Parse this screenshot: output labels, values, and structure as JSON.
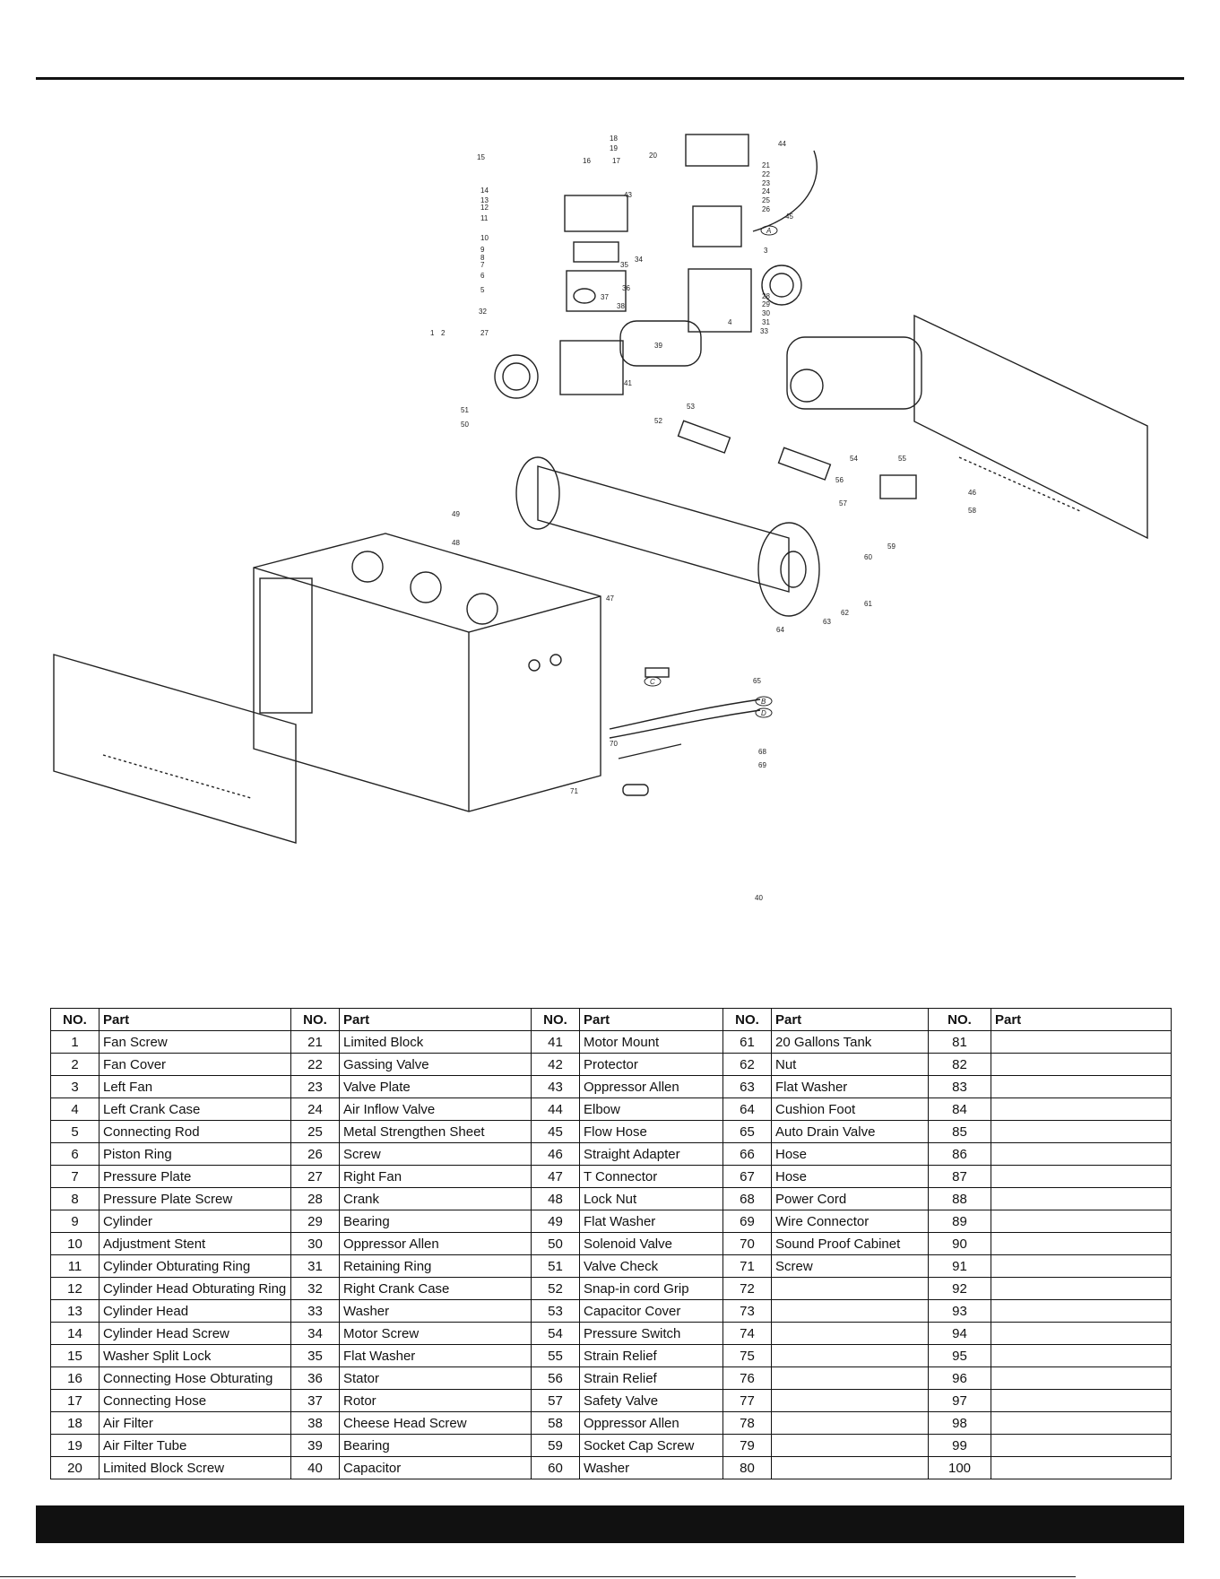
{
  "table": {
    "headers": [
      {
        "no": "NO.",
        "part": "Part"
      },
      {
        "no": "NO.",
        "part": "Part"
      },
      {
        "no": "NO.",
        "part": "Part"
      },
      {
        "no": "NO.",
        "part": "Part"
      },
      {
        "no": "NO.",
        "part": "Part"
      }
    ],
    "columns": [
      [
        {
          "no": "1",
          "part": "Fan Screw"
        },
        {
          "no": "2",
          "part": "Fan Cover"
        },
        {
          "no": "3",
          "part": "Left Fan"
        },
        {
          "no": "4",
          "part": "Left Crank Case"
        },
        {
          "no": "5",
          "part": "Connecting Rod"
        },
        {
          "no": "6",
          "part": "Piston Ring"
        },
        {
          "no": "7",
          "part": "Pressure Plate"
        },
        {
          "no": "8",
          "part": "Pressure Plate Screw"
        },
        {
          "no": "9",
          "part": "Cylinder"
        },
        {
          "no": "10",
          "part": "Adjustment Stent"
        },
        {
          "no": "11",
          "part": "Cylinder Obturating Ring"
        },
        {
          "no": "12",
          "part": "Cylinder Head Obturating Ring"
        },
        {
          "no": "13",
          "part": "Cylinder Head"
        },
        {
          "no": "14",
          "part": "Cylinder Head Screw"
        },
        {
          "no": "15",
          "part": "Washer Split Lock"
        },
        {
          "no": "16",
          "part": "Connecting Hose Obturating"
        },
        {
          "no": "17",
          "part": "Connecting Hose"
        },
        {
          "no": "18",
          "part": "Air Filter"
        },
        {
          "no": "19",
          "part": "Air Filter Tube"
        },
        {
          "no": "20",
          "part": "Limited Block Screw"
        }
      ],
      [
        {
          "no": "21",
          "part": "Limited Block"
        },
        {
          "no": "22",
          "part": "Gassing Valve"
        },
        {
          "no": "23",
          "part": "Valve Plate"
        },
        {
          "no": "24",
          "part": "Air Inflow Valve"
        },
        {
          "no": "25",
          "part": "Metal Strengthen Sheet"
        },
        {
          "no": "26",
          "part": "Screw"
        },
        {
          "no": "27",
          "part": "Right Fan"
        },
        {
          "no": "28",
          "part": "Crank"
        },
        {
          "no": "29",
          "part": "Bearing"
        },
        {
          "no": "30",
          "part": "Oppressor Allen"
        },
        {
          "no": "31",
          "part": "Retaining Ring"
        },
        {
          "no": "32",
          "part": "Right Crank Case"
        },
        {
          "no": "33",
          "part": "Washer"
        },
        {
          "no": "34",
          "part": "Motor Screw"
        },
        {
          "no": "35",
          "part": "Flat Washer"
        },
        {
          "no": "36",
          "part": "Stator"
        },
        {
          "no": "37",
          "part": "Rotor"
        },
        {
          "no": "38",
          "part": "Cheese Head Screw"
        },
        {
          "no": "39",
          "part": "Bearing"
        },
        {
          "no": "40",
          "part": "Capacitor"
        }
      ],
      [
        {
          "no": "41",
          "part": "Motor Mount"
        },
        {
          "no": "42",
          "part": "Protector"
        },
        {
          "no": "43",
          "part": "Oppressor Allen"
        },
        {
          "no": "44",
          "part": "Elbow"
        },
        {
          "no": "45",
          "part": "Flow Hose"
        },
        {
          "no": "46",
          "part": "Straight Adapter"
        },
        {
          "no": "47",
          "part": "T Connector"
        },
        {
          "no": "48",
          "part": "Lock Nut"
        },
        {
          "no": "49",
          "part": "Flat Washer"
        },
        {
          "no": "50",
          "part": "Solenoid Valve"
        },
        {
          "no": "51",
          "part": "Valve Check"
        },
        {
          "no": "52",
          "part": "Snap-in cord Grip"
        },
        {
          "no": "53",
          "part": "Capacitor Cover"
        },
        {
          "no": "54",
          "part": "Pressure Switch"
        },
        {
          "no": "55",
          "part": "Strain Relief"
        },
        {
          "no": "56",
          "part": "Strain Relief"
        },
        {
          "no": "57",
          "part": "Safety Valve"
        },
        {
          "no": "58",
          "part": "Oppressor Allen"
        },
        {
          "no": "59",
          "part": "Socket Cap Screw"
        },
        {
          "no": "60",
          "part": "Washer"
        }
      ],
      [
        {
          "no": "61",
          "part": "20 Gallons Tank"
        },
        {
          "no": "62",
          "part": "Nut"
        },
        {
          "no": "63",
          "part": "Flat Washer"
        },
        {
          "no": "64",
          "part": "Cushion Foot"
        },
        {
          "no": "65",
          "part": "Auto Drain Valve"
        },
        {
          "no": "66",
          "part": "Hose"
        },
        {
          "no": "67",
          "part": "Hose"
        },
        {
          "no": "68",
          "part": "Power Cord"
        },
        {
          "no": "69",
          "part": "Wire Connector"
        },
        {
          "no": "70",
          "part": "Sound Proof Cabinet"
        },
        {
          "no": "71",
          "part": "Screw"
        },
        {
          "no": "72",
          "part": ""
        },
        {
          "no": "73",
          "part": ""
        },
        {
          "no": "74",
          "part": ""
        },
        {
          "no": "75",
          "part": ""
        },
        {
          "no": "76",
          "part": ""
        },
        {
          "no": "77",
          "part": ""
        },
        {
          "no": "78",
          "part": ""
        },
        {
          "no": "79",
          "part": ""
        },
        {
          "no": "80",
          "part": ""
        }
      ],
      [
        {
          "no": "81",
          "part": ""
        },
        {
          "no": "82",
          "part": ""
        },
        {
          "no": "83",
          "part": ""
        },
        {
          "no": "84",
          "part": ""
        },
        {
          "no": "85",
          "part": ""
        },
        {
          "no": "86",
          "part": ""
        },
        {
          "no": "87",
          "part": ""
        },
        {
          "no": "88",
          "part": ""
        },
        {
          "no": "89",
          "part": ""
        },
        {
          "no": "90",
          "part": ""
        },
        {
          "no": "91",
          "part": ""
        },
        {
          "no": "92",
          "part": ""
        },
        {
          "no": "93",
          "part": ""
        },
        {
          "no": "94",
          "part": ""
        },
        {
          "no": "95",
          "part": ""
        },
        {
          "no": "96",
          "part": ""
        },
        {
          "no": "97",
          "part": ""
        },
        {
          "no": "98",
          "part": ""
        },
        {
          "no": "99",
          "part": ""
        },
        {
          "no": "100",
          "part": ""
        }
      ]
    ]
  },
  "diagram": {
    "callouts": [
      "1",
      "2",
      "3",
      "4",
      "5",
      "6",
      "7",
      "8",
      "9",
      "10",
      "11",
      "12",
      "13",
      "14",
      "15",
      "16",
      "17",
      "18",
      "19",
      "20",
      "21",
      "22",
      "23",
      "24",
      "25",
      "26",
      "27",
      "28",
      "29",
      "30",
      "31",
      "32",
      "33",
      "34",
      "35",
      "36",
      "37",
      "38",
      "39",
      "40",
      "41",
      "43",
      "44",
      "45",
      "46",
      "47",
      "48",
      "49",
      "50",
      "51",
      "52",
      "53",
      "54",
      "55",
      "56",
      "57",
      "58",
      "59",
      "60",
      "61",
      "62",
      "63",
      "64",
      "65",
      "68",
      "69",
      "70",
      "71"
    ],
    "connector_letters": [
      "A",
      "B",
      "C",
      "D"
    ]
  }
}
